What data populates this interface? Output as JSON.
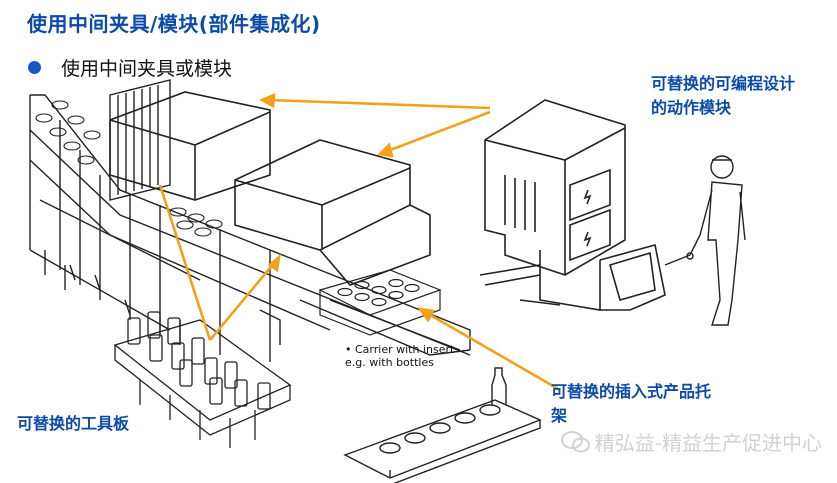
{
  "title": "使用中间夹具/模块(部件集成化)",
  "bullet": "使用中间夹具或模块",
  "labels": {
    "module": "可替换的可编程设计的动作模块",
    "tool_plate": "可替换的工具板",
    "tray": "可替换的插入式产品托架"
  },
  "drawing_note": {
    "line1": "• Carrier with insert",
    "line2": "e.g. with bottles"
  },
  "watermark": "精弘益-精益生产促进中心",
  "icons": [
    "wechat-icon"
  ],
  "colors": {
    "title": "#0a4aa8",
    "bullet": "#1556c8",
    "arrow": "#f5a019",
    "line_art": "#222222",
    "watermark": "#d2d2d2"
  }
}
